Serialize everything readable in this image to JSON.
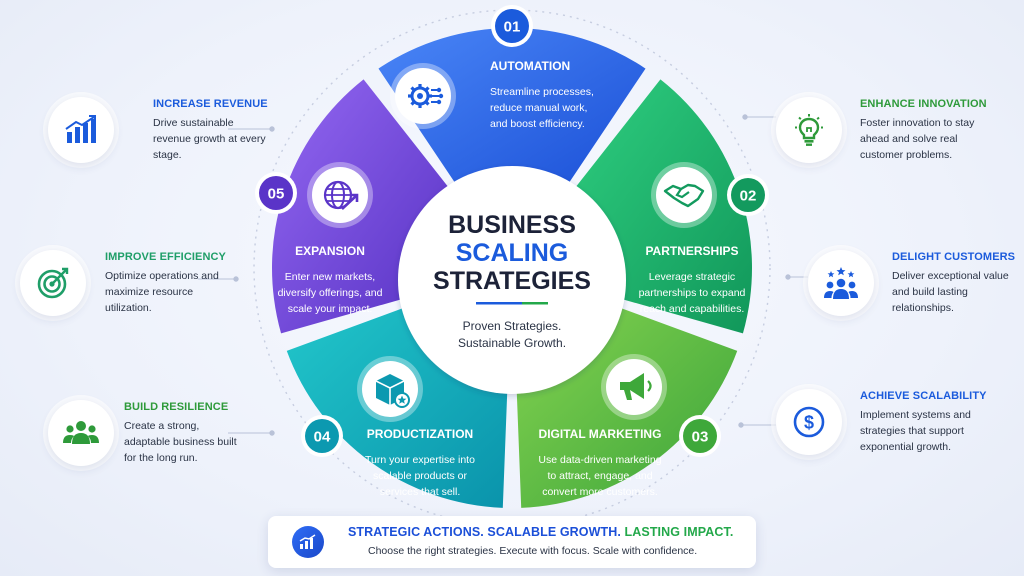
{
  "center": {
    "title_line1": "BUSINESS",
    "title_line2": "SCALING",
    "title_line3": "STRATEGIES",
    "tagline_line1": "Proven Strategies.",
    "tagline_line2": "Sustainable Growth."
  },
  "segments": [
    {
      "number": "01",
      "title": "AUTOMATION",
      "lines": [
        "Streamline processes,",
        "reduce manual work,",
        "and boost efficiency."
      ],
      "icon": "gear-circuit-icon",
      "color_start": "#3f7cf5",
      "color_end": "#1a4fd6"
    },
    {
      "number": "02",
      "title": "PARTNERSHIPS",
      "lines": [
        "Leverage strategic",
        "partnerships to expand",
        "reach and capabilities."
      ],
      "icon": "handshake-icon",
      "color_start": "#2bc57a",
      "color_end": "#139a5e"
    },
    {
      "number": "03",
      "title": "DIGITAL MARKETING",
      "lines": [
        "Use data-driven marketing",
        "to attract, engage, and",
        "convert more customers."
      ],
      "icon": "megaphone-icon",
      "color_start": "#7ed04c",
      "color_end": "#3ea83a"
    },
    {
      "number": "04",
      "title": "PRODUCTIZATION",
      "lines": [
        "Turn your expertise into",
        "scalable products or",
        "services that sell."
      ],
      "icon": "product-box-icon",
      "color_start": "#1cc2c8",
      "color_end": "#0c99b0"
    },
    {
      "number": "05",
      "title": "EXPANSION",
      "lines": [
        "Enter new markets,",
        "diversify offerings, and",
        "scale your impact."
      ],
      "icon": "globe-arrow-icon",
      "color_start": "#8a5ff0",
      "color_end": "#5a34c8"
    }
  ],
  "left_items": [
    {
      "title": "INCREASE REVENUE",
      "desc": "Drive sustainable revenue growth at every stage.",
      "icon": "bar-chart-icon",
      "color": "#1b5bdc"
    },
    {
      "title": "IMPROVE EFFICIENCY",
      "desc": "Optimize operations and maximize resource utilization.",
      "icon": "target-icon",
      "color": "#1f9e68"
    },
    {
      "title": "BUILD RESILIENCE",
      "desc": "Create a strong, adaptable business built for the long run.",
      "icon": "team-icon",
      "color": "#2e9a3a"
    }
  ],
  "right_items": [
    {
      "title": "ENHANCE INNOVATION",
      "desc": "Foster innovation to stay ahead and solve real customer problems.",
      "icon": "lightbulb-icon",
      "color": "#2e9a3a"
    },
    {
      "title": "DELIGHT CUSTOMERS",
      "desc": "Deliver exceptional value and build lasting relationships.",
      "icon": "customers-stars-icon",
      "color": "#1b5bdc"
    },
    {
      "title": "ACHIEVE SCALABILITY",
      "desc": "Implement systems and strategies that support exponential growth.",
      "icon": "dollar-coin-icon",
      "color": "#1b5bdc"
    }
  ],
  "banner": {
    "title_part1": "STRATEGIC ACTIONS. SCALABLE GROWTH.",
    "title_part2": "LASTING IMPACT.",
    "subtitle": "Choose the right strategies. Execute with focus. Scale with confidence.",
    "icon": "growth-chart-icon"
  },
  "colors": {
    "navy": "#1c2238",
    "blue": "#1b5bdc",
    "green": "#23a84a"
  }
}
